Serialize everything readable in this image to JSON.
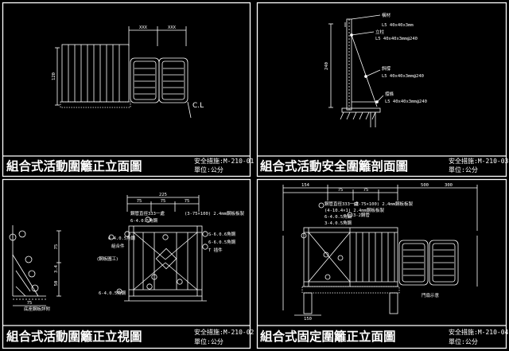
{
  "panels": {
    "p1": {
      "title": "組合式活動圍籬正立面圖",
      "code": "安全措施:M-210-01",
      "unit": "單位:公分",
      "dims": [
        "XXX",
        "XXX"
      ],
      "side_dim": "120",
      "cl": "C.L"
    },
    "p2": {
      "title": "組合式活動安全圍籬剖面圖",
      "code": "安全措施:M-210-03",
      "unit": "單位:公分",
      "side_dim": "240",
      "labels": [
        "橫材",
        "L5 40x40x3mm",
        "立柱",
        "L5 40x40x3mm@240",
        "斜撐",
        "L5 40x40x3mm@240",
        "撐條",
        "L5 40x40x3mm@240"
      ]
    },
    "p3": {
      "title": "組合式活動圍籬正立視圖",
      "code": "安全措施:M-210-02",
      "unit": "單位:公分",
      "dims": [
        "225",
        "75",
        "75",
        "75"
      ],
      "left_dims": [
        "75",
        "3.4",
        "50"
      ],
      "labels": [
        "鋼管直徑333一處",
        "6-4.0.5角鋼",
        "(3-75×100) 2.4mm鋼板板製",
        "組合件",
        "(鋼板圓工)",
        "6-4.0.5角鋼",
        "S-6.0.6角鋼",
        "6-6.0.5角鋼",
        "T 插件",
        "6-4.0.5角鋼"
      ],
      "bottom_label": "底座鋼板詳附",
      "bottom_dim": "75"
    },
    "p4": {
      "title": "組合式固定圍籬正立面圖",
      "code": "安全措施:M-210-04",
      "unit": "單位:公分",
      "dims": [
        "154",
        "75",
        "75",
        "500",
        "300"
      ],
      "labels": [
        "鋼管直徑333一處",
        "(3-75×100) 2.4mm鋼板板製",
        "(4-10.4×1) 2.4mm鋼板板製",
        "3-2鋼管",
        "6-4.0.5角鋼",
        "3-4.0.5角鋼"
      ],
      "gate_label": "門扇示意",
      "bottom_dim": "150"
    }
  }
}
